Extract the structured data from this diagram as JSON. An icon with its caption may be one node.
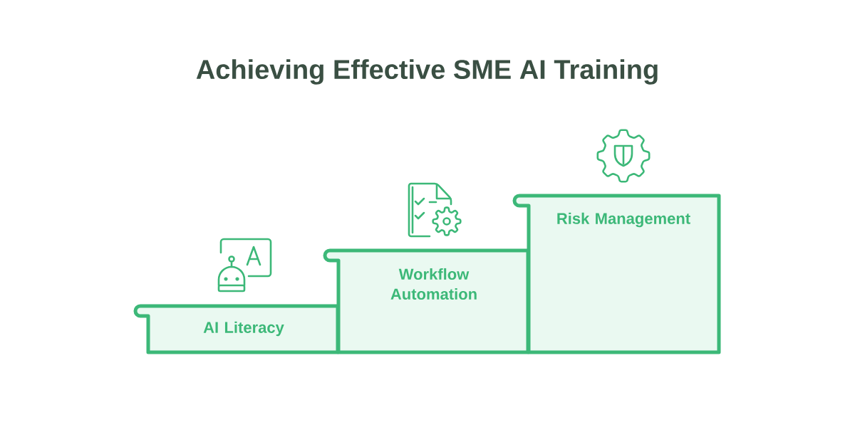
{
  "diagram": {
    "title": "Achieving Effective SME AI Training",
    "nodes": [
      {
        "text": [
          "AI Literacy"
        ]
      },
      {
        "text": [
          "Workflow Automation"
        ]
      },
      {
        "text": [
          "Risk Management"
        ]
      }
    ]
  }
}
